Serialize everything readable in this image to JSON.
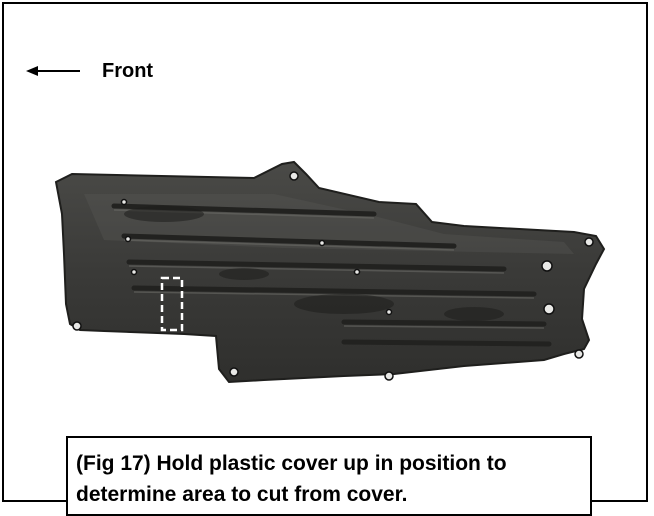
{
  "direction_label": "Front",
  "caption": "(Fig 17) Hold plastic cover up in position to determine area to cut from cover.",
  "photo": {
    "subject": "underbody plastic cover panel",
    "highlight": "dashed white rectangle marking cut area",
    "colors": {
      "panel": "#3d3d3b",
      "ribs": "#2a2a28",
      "highlight": "#ffffff"
    }
  }
}
